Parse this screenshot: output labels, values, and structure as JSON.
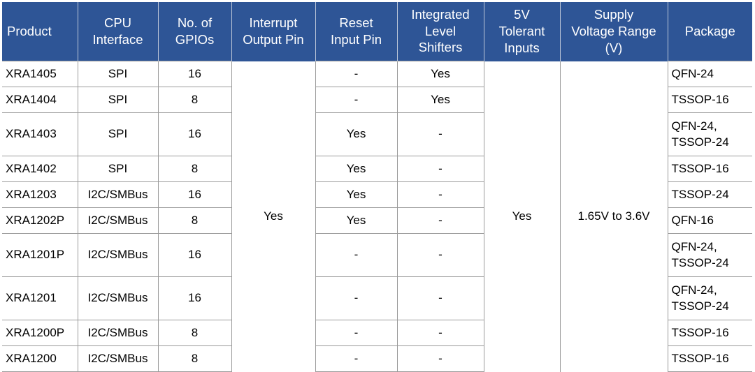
{
  "table": {
    "headers": [
      "Product",
      "CPU Interface",
      "No. of GPIOs",
      "Interrupt Output Pin",
      "Reset Input Pin",
      "Integrated Level Shifters",
      "5V Tolerant Inputs",
      "Supply Voltage Range (V)",
      "Package"
    ],
    "header_lines": {
      "product": "Product",
      "cpu_l1": "CPU",
      "cpu_l2": "Interface",
      "gpio_l1": "No. of",
      "gpio_l2": "GPIOs",
      "irq_l1": "Interrupt",
      "irq_l2": "Output Pin",
      "reset_l1": "Reset",
      "reset_l2": "Input Pin",
      "level_l1": "Integrated",
      "level_l2": "Level",
      "level_l3": "Shifters",
      "tol_l1": "5V",
      "tol_l2": "Tolerant",
      "tol_l3": "Inputs",
      "supply_l1": "Supply",
      "supply_l2": "Voltage Range",
      "supply_l3": "(V)",
      "package": "Package"
    },
    "merged_cells": {
      "interrupt_output_pin": "Yes",
      "tolerant_5v_inputs": "Yes",
      "supply_voltage_range": "1.65V to 3.6V"
    },
    "rows": [
      {
        "product": "XRA1405",
        "cpu_interface": "SPI",
        "gpios": "16",
        "reset_input_pin": "-",
        "level_shifters": "Yes",
        "package": "QFN-24",
        "tall": false
      },
      {
        "product": "XRA1404",
        "cpu_interface": "SPI",
        "gpios": "8",
        "reset_input_pin": "-",
        "level_shifters": "Yes",
        "package": "TSSOP-16",
        "tall": false
      },
      {
        "product": "XRA1403",
        "cpu_interface": "SPI",
        "gpios": "16",
        "reset_input_pin": "Yes",
        "level_shifters": "-",
        "package": "QFN-24, TSSOP-24",
        "tall": true
      },
      {
        "product": "XRA1402",
        "cpu_interface": "SPI",
        "gpios": "8",
        "reset_input_pin": "Yes",
        "level_shifters": "-",
        "package": "TSSOP-16",
        "tall": false
      },
      {
        "product": "XRA1203",
        "cpu_interface": "I2C/SMBus",
        "gpios": "16",
        "reset_input_pin": "Yes",
        "level_shifters": "-",
        "package": "TSSOP-24",
        "tall": false
      },
      {
        "product": "XRA1202P",
        "cpu_interface": "I2C/SMBus",
        "gpios": "8",
        "reset_input_pin": "Yes",
        "level_shifters": "-",
        "package": "QFN-16",
        "tall": false
      },
      {
        "product": "XRA1201P",
        "cpu_interface": "I2C/SMBus",
        "gpios": "16",
        "reset_input_pin": "-",
        "level_shifters": "-",
        "package": "QFN-24, TSSOP-24",
        "tall": true
      },
      {
        "product": "XRA1201",
        "cpu_interface": "I2C/SMBus",
        "gpios": "16",
        "reset_input_pin": "-",
        "level_shifters": "-",
        "package": "QFN-24, TSSOP-24",
        "tall": true
      },
      {
        "product": "XRA1200P",
        "cpu_interface": "I2C/SMBus",
        "gpios": "8",
        "reset_input_pin": "-",
        "level_shifters": "-",
        "package": "TSSOP-16",
        "tall": false
      },
      {
        "product": "XRA1200",
        "cpu_interface": "I2C/SMBus",
        "gpios": "8",
        "reset_input_pin": "-",
        "level_shifters": "-",
        "package": "TSSOP-16",
        "tall": false
      }
    ]
  },
  "colors": {
    "header_background": "#2e5596",
    "header_text": "#ffffff",
    "grid_line": "#9a9a9a",
    "body_background": "#ffffff",
    "body_text": "#000000"
  }
}
